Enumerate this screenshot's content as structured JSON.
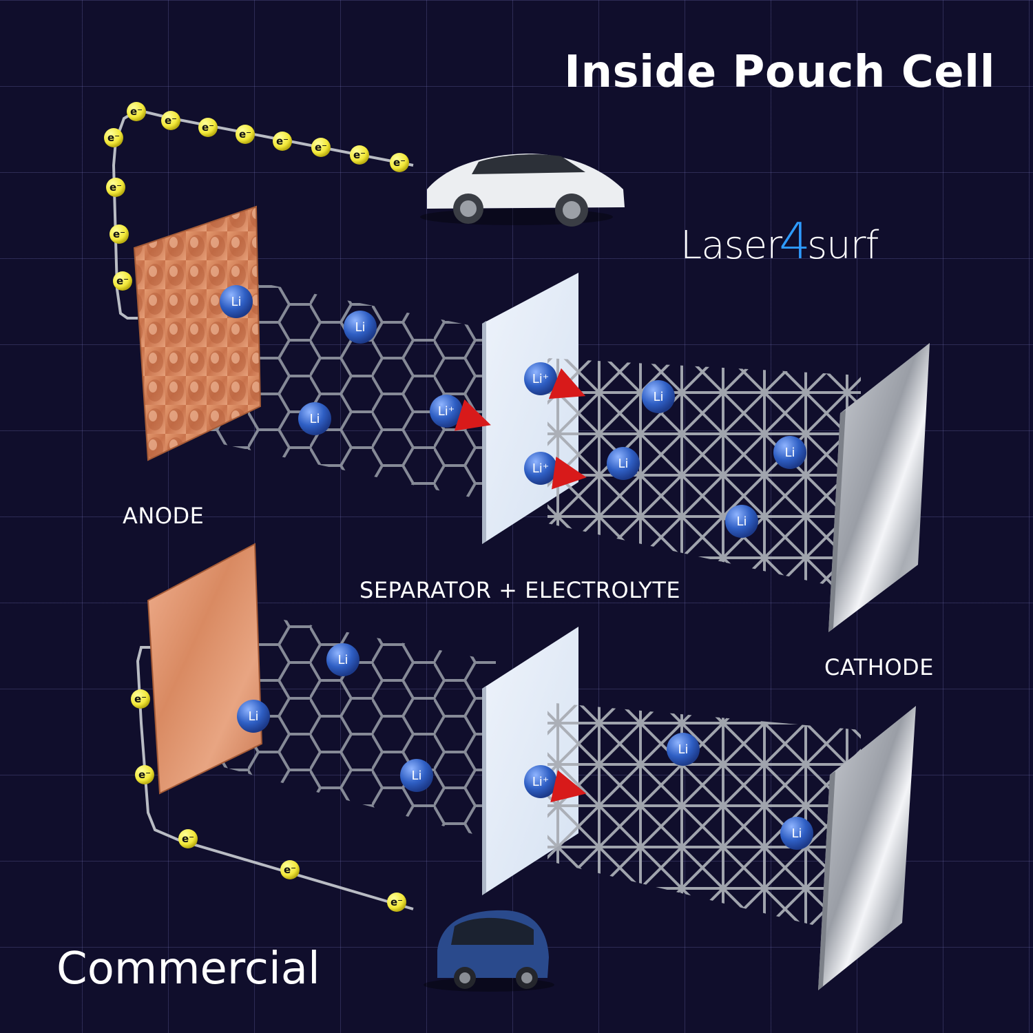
{
  "title": "Inside Pouch Cell",
  "logo": {
    "text_before": "Laser",
    "digit": "4",
    "text_after": "surf"
  },
  "labels": {
    "anode": "ANODE",
    "separator": "SEPARATOR + ELECTROLYTE",
    "cathode": "CATHODE",
    "commercial": "Commercial"
  },
  "particles": {
    "electron": "e⁻",
    "lithium": "Li",
    "lithium_ion": "Li⁺"
  },
  "colors": {
    "background": "#100e2c",
    "electron": "#f2e83a",
    "lithium": "#2f5fc4",
    "copper": "#d98a62",
    "arrow": "#d81a1a",
    "logo_accent": "#2e9bff"
  }
}
